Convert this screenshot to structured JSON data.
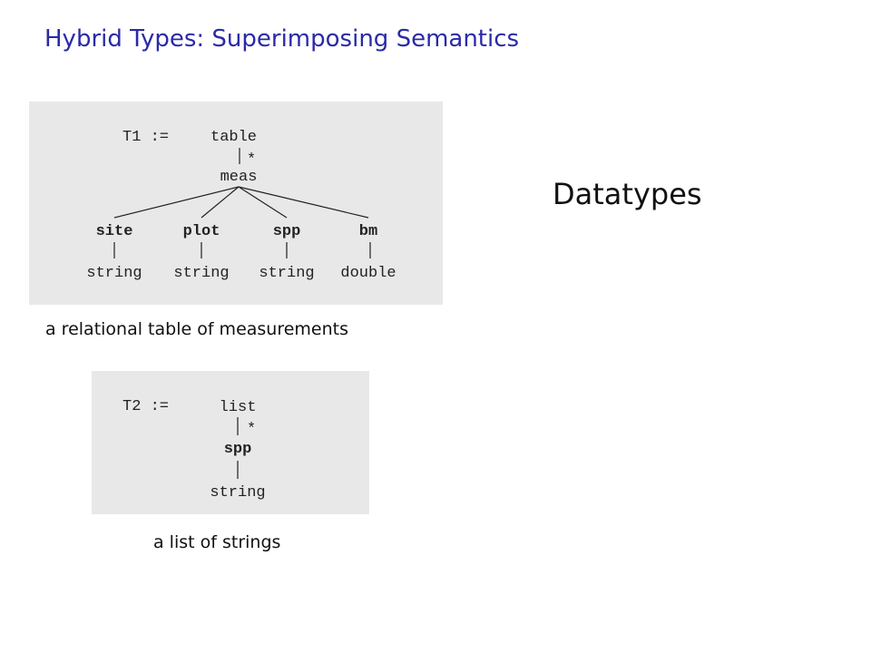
{
  "slide": {
    "title": "Hybrid Types: Superimposing Semantics",
    "side_label": "Datatypes"
  },
  "t1": {
    "lhs": "T1 :=",
    "root": "table",
    "star": "*",
    "child": "meas",
    "fields": [
      {
        "name": "site",
        "type": "string"
      },
      {
        "name": "plot",
        "type": "string"
      },
      {
        "name": "spp",
        "type": "string"
      },
      {
        "name": "bm",
        "type": "double"
      }
    ],
    "caption": "a relational table of measurements"
  },
  "t2": {
    "lhs": "T2 :=",
    "root": "list",
    "star": "*",
    "child": "spp",
    "leaf": "string",
    "caption": "a list of strings"
  }
}
